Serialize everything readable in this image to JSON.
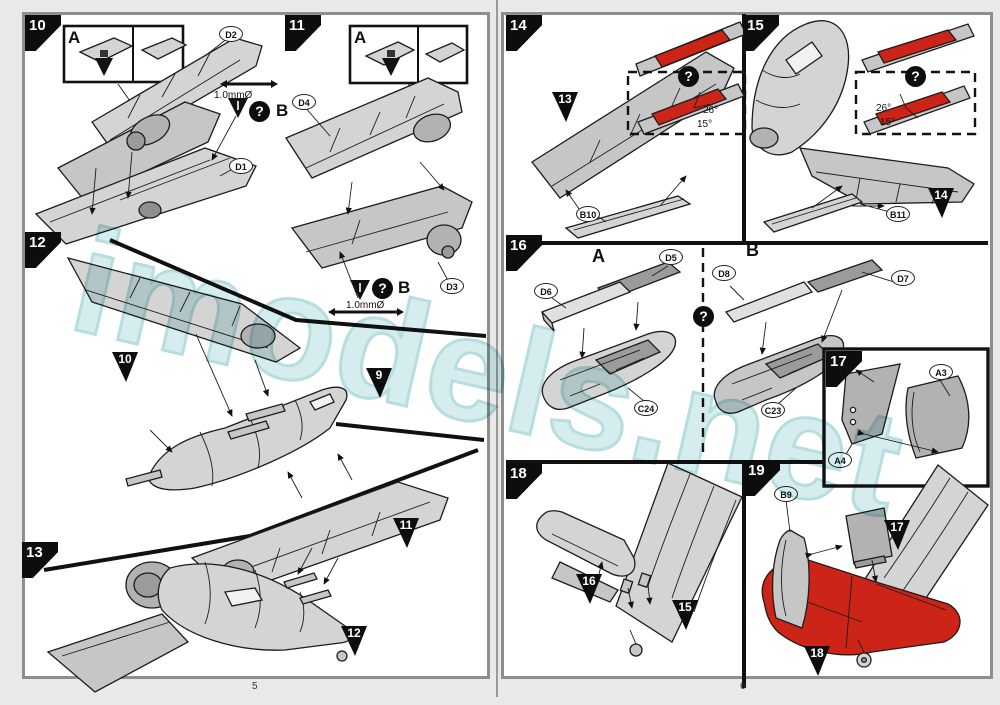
{
  "watermark": "imodels.net",
  "pages": {
    "left": {
      "page_number": "5"
    },
    "right": {
      "page_number": "6"
    }
  },
  "colors": {
    "accent_red": "#cd2418",
    "watermark_cyan": "#cfeaec",
    "flag_black": "#0d0d0d"
  },
  "steps": {
    "s10": {
      "number": "10",
      "inset_label": "A",
      "drill_note": "1.0mmØ",
      "question_mark": "?",
      "option_label": "B",
      "parts": {
        "D2": "D2",
        "D1": "D1"
      }
    },
    "s11": {
      "number": "11",
      "inset_label": "A",
      "drill_note": "1.0mmØ",
      "question_mark": "?",
      "option_label": "B",
      "parts": {
        "D4": "D4",
        "D3": "D3"
      }
    },
    "s12": {
      "number": "12",
      "refs": {
        "r10": "10",
        "r9": "9",
        "r11": "11"
      }
    },
    "s13": {
      "number": "13",
      "refs": {
        "r12": "12"
      }
    },
    "s14": {
      "number": "14",
      "ref": "13",
      "question_mark": "?",
      "angle_upper": "26°",
      "angle_lower": "15°",
      "parts": {
        "B10": "B10"
      }
    },
    "s15": {
      "number": "15",
      "ref": "14",
      "question_mark": "?",
      "angle_upper": "26°",
      "angle_lower": "15°",
      "parts": {
        "B11": "B11"
      }
    },
    "s16": {
      "number": "16",
      "option_a": "A",
      "option_b": "B",
      "question_mark": "?",
      "parts": {
        "D5": "D5",
        "D6": "D6",
        "C24": "C24",
        "D8": "D8",
        "D7": "D7",
        "C23": "C23"
      }
    },
    "s17": {
      "number": "17",
      "parts": {
        "A3": "A3",
        "A4": "A4"
      }
    },
    "s18": {
      "number": "18",
      "refs": {
        "r16": "16",
        "r15": "15"
      }
    },
    "s19": {
      "number": "19",
      "refs": {
        "r17": "17",
        "r18": "18"
      },
      "parts": {
        "B9": "B9"
      }
    }
  }
}
